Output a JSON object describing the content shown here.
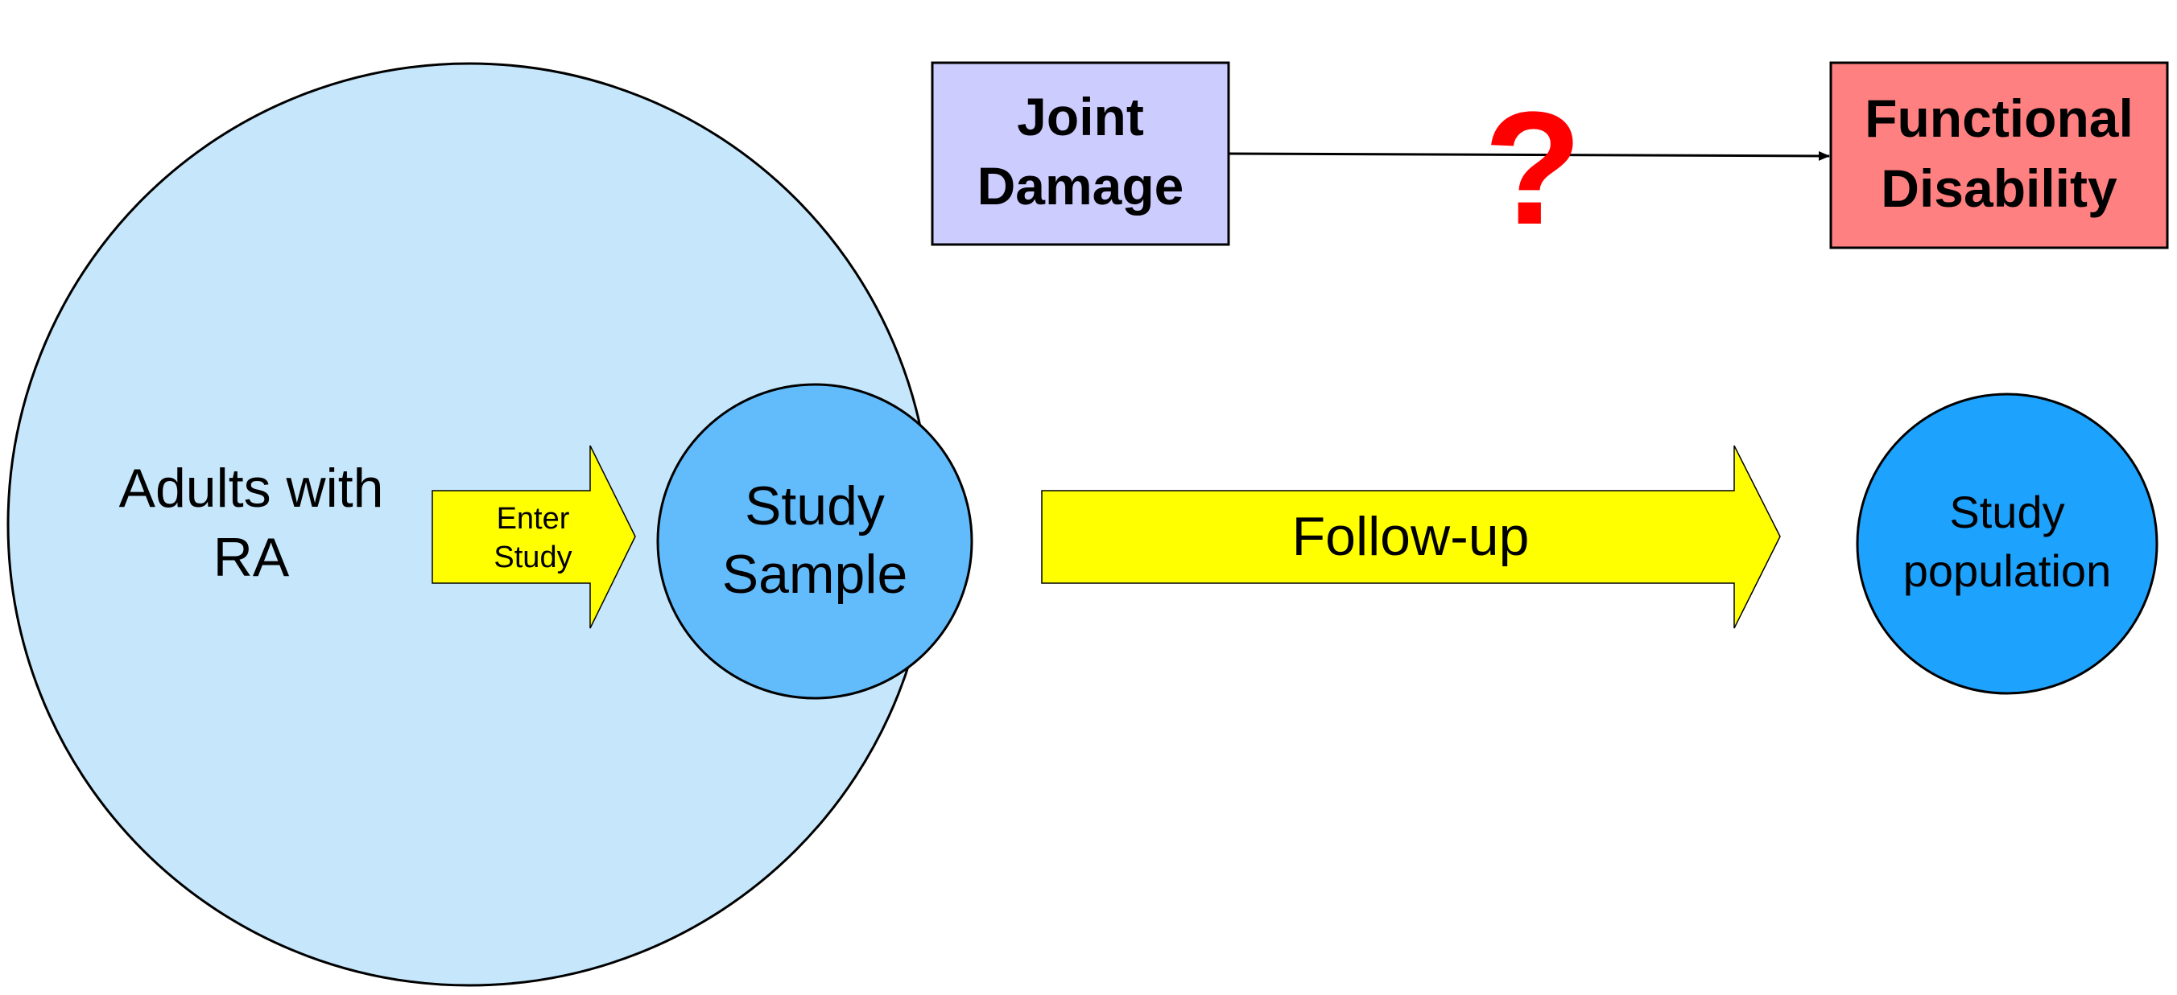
{
  "colors": {
    "population_circle": "#c6e7fb",
    "sample_circle": "#62bcfc",
    "study_population_circle": "#1da2fd",
    "arrow_yellow": "#ffff00",
    "joint_damage_box": "#ccccff",
    "functional_disability_box": "#ff8080",
    "question_mark": "#ff0000",
    "outline": "#000000"
  },
  "icons": {
    "question": "question-mark-icon",
    "causal_arrow": "arrow-right-icon"
  },
  "population": {
    "line1": "Adults with",
    "line2": "RA"
  },
  "enter_arrow": {
    "line1": "Enter",
    "line2": "Study"
  },
  "study_sample": {
    "line1": "Study",
    "line2": "Sample"
  },
  "followup_arrow": {
    "label": "Follow-up"
  },
  "study_population": {
    "line1": "Study",
    "line2": "population"
  },
  "joint_damage": {
    "line1": "Joint",
    "line2": "Damage"
  },
  "functional_disability": {
    "line1": "Functional",
    "line2": "Disability"
  },
  "relationship": {
    "symbol": "?"
  }
}
